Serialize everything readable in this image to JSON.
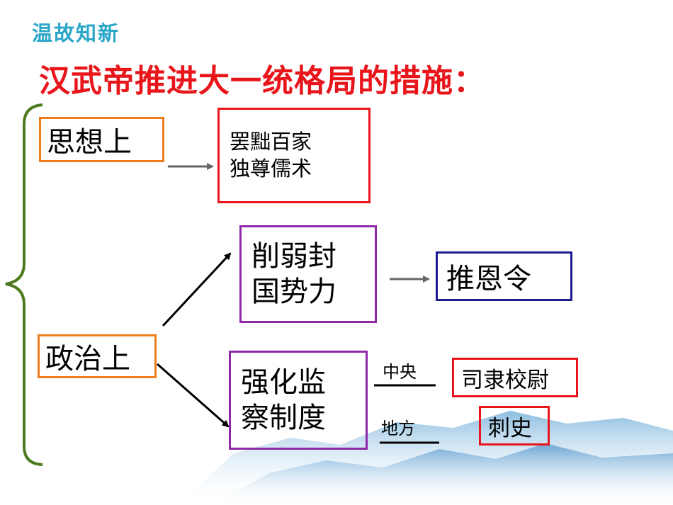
{
  "header": {
    "kicker": "温故知新",
    "title": "汉武帝推进大一统格局的措施："
  },
  "thought": {
    "label": "思想上",
    "measure_line1": "罢黜百家",
    "measure_line2": "独尊儒术"
  },
  "politics": {
    "label": "政治上",
    "measure1_line1": "削弱封",
    "measure1_line2": "国势力",
    "measure1_result": "推恩令",
    "measure2_line1": "强化监",
    "measure2_line2": "察制度",
    "central_label": "中央",
    "central_result": "司隶校尉",
    "local_label": "地方",
    "local_result": "刺史"
  },
  "colors": {
    "kicker": "#2aa6c8",
    "title": "#e8151b",
    "category_border": "#f07d1c",
    "result_border": "#e8151b",
    "measure_border": "#8e2aa8",
    "decree_border": "#1c1c8f",
    "brace": "#4e7a1f"
  }
}
